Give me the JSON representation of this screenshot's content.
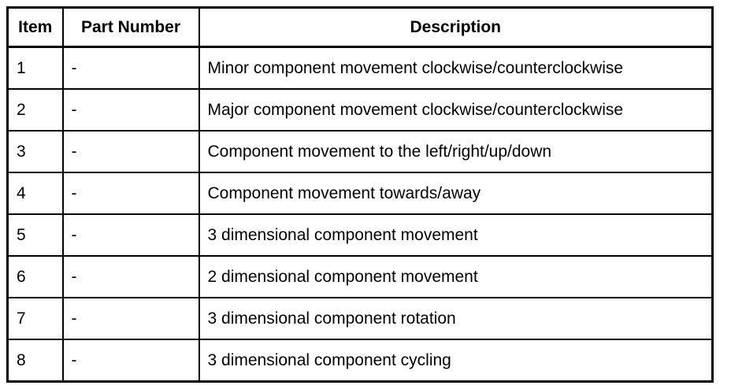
{
  "table": {
    "columns": [
      {
        "key": "item",
        "label": "Item"
      },
      {
        "key": "part_number",
        "label": "Part Number"
      },
      {
        "key": "description",
        "label": "Description"
      }
    ],
    "rows": [
      {
        "item": "1",
        "part_number": "-",
        "description": "Minor component movement clockwise/counterclockwise"
      },
      {
        "item": "2",
        "part_number": "-",
        "description": "Major component movement clockwise/counterclockwise"
      },
      {
        "item": "3",
        "part_number": "-",
        "description": "Component movement to the left/right/up/down"
      },
      {
        "item": "4",
        "part_number": "-",
        "description": "Component movement towards/away"
      },
      {
        "item": "5",
        "part_number": "-",
        "description": "3 dimensional component movement"
      },
      {
        "item": "6",
        "part_number": "-",
        "description": "2 dimensional component movement"
      },
      {
        "item": "7",
        "part_number": "-",
        "description": "3 dimensional component rotation"
      },
      {
        "item": "8",
        "part_number": "-",
        "description": "3 dimensional component cycling"
      }
    ]
  },
  "colors": {
    "background": "#ffffff",
    "text": "#000000",
    "border": "#000000"
  }
}
